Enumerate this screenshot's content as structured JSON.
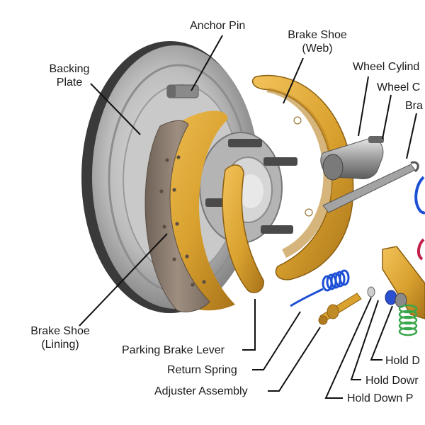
{
  "labels": {
    "anchor_pin": "Anchor Pin",
    "brake_shoe_web": [
      "Brake Shoe",
      "(Web)"
    ],
    "backing_plate": [
      "Backing",
      "Plate"
    ],
    "wheel_cylinder_1": "Wheel Cylind",
    "wheel_cylinder_2": "Wheel C",
    "brake_partial": "Bra",
    "brake_shoe_lining": [
      "Brake Shoe",
      "(Lining)"
    ],
    "parking_brake_lever": "Parking Brake Lever",
    "return_spring": "Return Spring",
    "adjuster_assembly": "Adjuster Assembly",
    "hold_down_1": "Hold D",
    "hold_down_2": "Hold Dowr",
    "hold_down_3": "Hold Down P"
  },
  "colors": {
    "shoe_gold": "#d9a12e",
    "lining_brown": "#8a7a6c",
    "backing_plate_gray": "#9a9a9a",
    "spring_blue": "#1c4fd6",
    "spring_red": "#c0204a",
    "spring_green": "#3aa64a",
    "leader_line": "#111111"
  }
}
